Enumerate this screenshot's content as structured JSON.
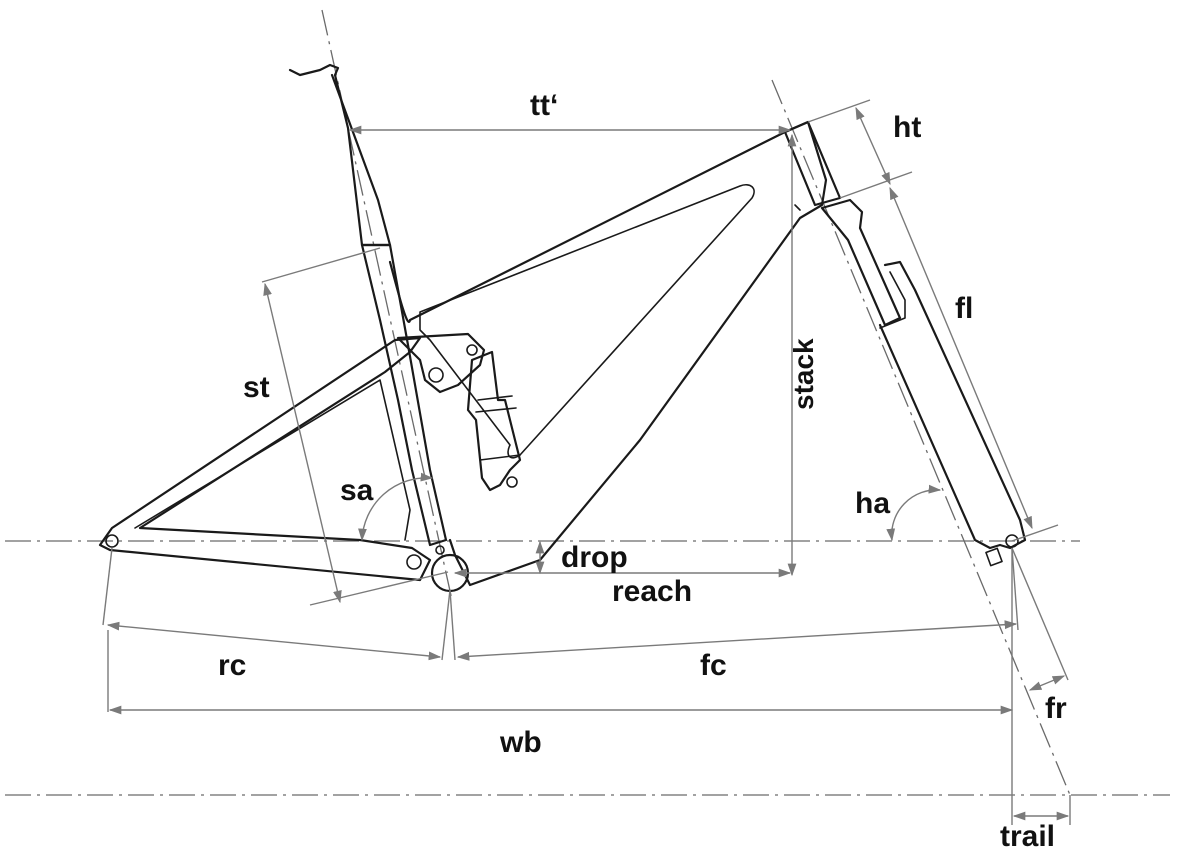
{
  "labels": {
    "tt": "tt‘",
    "ht": "ht",
    "fl": "fl",
    "st": "st",
    "stack": "stack",
    "sa": "sa",
    "ha": "ha",
    "drop": "drop",
    "reach": "reach",
    "rc": "rc",
    "fc": "fc",
    "wb": "wb",
    "fr": "fr",
    "trail": "trail"
  }
}
